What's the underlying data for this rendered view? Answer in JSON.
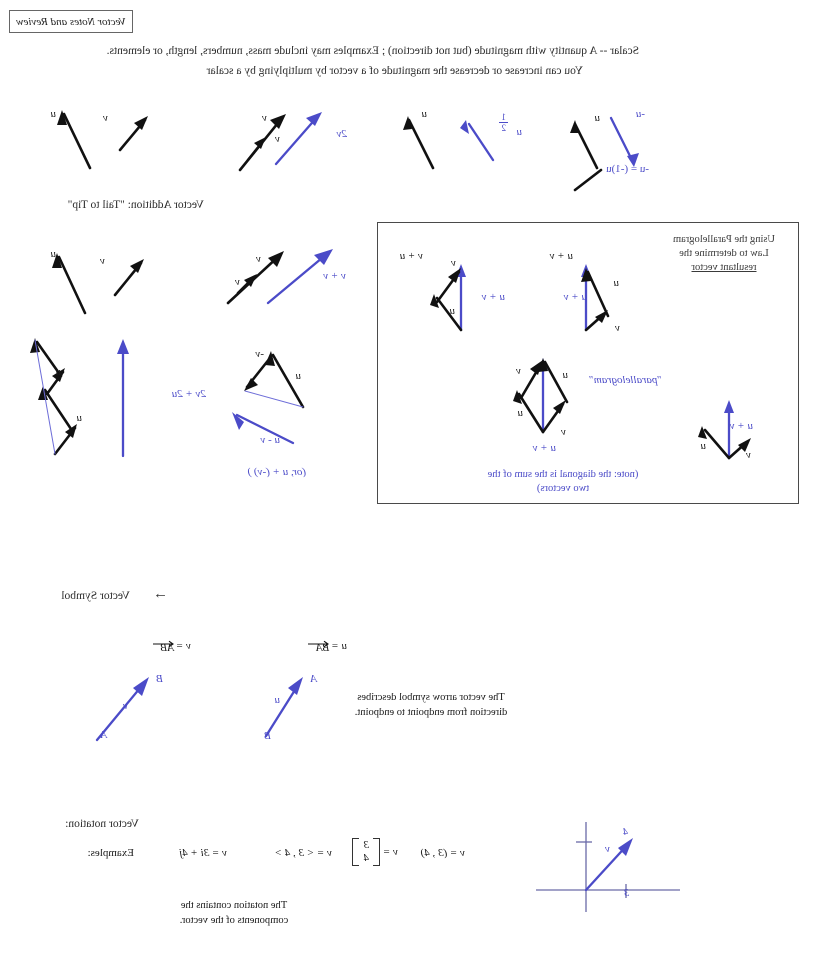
{
  "document": {
    "title": "Vector Notes and Review",
    "orientation": "mirrored-horizontally"
  },
  "intro": {
    "scalar_def": "Scalar -- A quantity with magnitude (but not direction)  ;  Examples may include mass, numbers, length, or elements.",
    "scalar_multiply": "You can increase or decrease the magnitude of a vector by multiplying by a scalar"
  },
  "scalar_row": {
    "neg_u_label": "-u",
    "u_label_1": "u",
    "neg_u_equation": "-u = (-1)u",
    "half_u_label": "u",
    "half_fraction_num": "1",
    "half_fraction_den": "2",
    "u_label_2": "u",
    "two_v_label": "2v",
    "v_label_a": "v",
    "v_label_b": "v",
    "v_label_c": "v",
    "u_label_3": "u"
  },
  "addition": {
    "heading": "Vector Addition:  \"Tail to Tip\"",
    "v_plus_v": "v + v",
    "v_label_1": "v",
    "v_label_2": "v",
    "v_label_3": "v",
    "u_label_1": "u",
    "u_minus_v": "u - v",
    "u_minus_v_alt": "(or,  u + (-v) )",
    "u_label_2": "u",
    "neg_v_label": "-v",
    "two_v_plus_two_u": "2v + 2u",
    "u_label_3": "u",
    "u_label_4": "u"
  },
  "parallelogram_box": {
    "heading_line1": "Using the Parallelogram",
    "heading_line2": "Law to determine the",
    "heading_line3": "resultant vector",
    "head_u_plus_v": "u + v",
    "head_v_plus_u": "v + u",
    "diag_a": {
      "resultant": "u + v",
      "u": "u",
      "v": "v"
    },
    "diag_b": {
      "resultant": "u + v",
      "u": "u",
      "v": "v"
    },
    "diag_c": {
      "resultant": "u + v",
      "u": "u",
      "v": "v"
    },
    "parallelogram_label": "\"parallelogram\"",
    "diag_main": {
      "resultant": "u + v",
      "u_top": "u",
      "v_top": "v",
      "u_right": "u",
      "v_left": "v"
    },
    "note_line1": "(note: the diagonal is the sum of the",
    "note_line2": "two vectors)"
  },
  "symbol_section": {
    "heading": "Vector Symbol",
    "arrow_glyph": "→",
    "description_line1": "The vector arrow symbol describes",
    "description_line2": "direction from endpoint to endpoint.",
    "u_equation_prefix": "u  =  ",
    "u_equation_vector": "BA",
    "v_equation_prefix": "v = ",
    "v_equation_vector": "AB",
    "diagram_u": {
      "label": "u",
      "tail": "B",
      "tip": "A"
    },
    "diagram_v": {
      "label": "v",
      "tail": "A",
      "tip": "B"
    }
  },
  "notation_section": {
    "heading": "Vector notation:",
    "examples_label": "Examples:",
    "ijk_form": "v = 3i + 4j",
    "angle_form": "v = < 3 , 4 >",
    "matrix_prefix": "v =",
    "matrix_top": "3",
    "matrix_bottom": "4",
    "paren_form": "v = (3 , 4)",
    "note_line1": "The notation contains the",
    "note_line2": "components of the vector.",
    "graph": {
      "x_tick": "3",
      "y_tick": "4",
      "vector_label": "v"
    }
  },
  "colors": {
    "ink_black": "#111111",
    "ink_blue": "#4b4bc8",
    "axis_blue": "#6a6aa8",
    "border": "#4a4a4a",
    "page": "#ffffff"
  }
}
